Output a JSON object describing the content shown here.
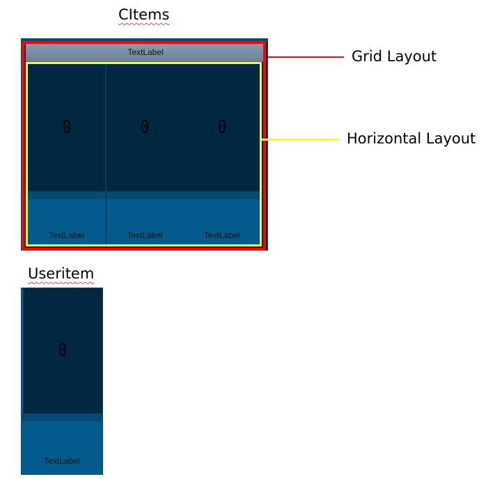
{
  "headings": {
    "citems": "CItems",
    "useritem": "Useritem"
  },
  "citems": {
    "title_label": "TextLabel",
    "cells": [
      {
        "value": "0",
        "label": "TextLabel"
      },
      {
        "value": "0",
        "label": "TextLabel"
      },
      {
        "value": "0",
        "label": "TextLabel"
      }
    ]
  },
  "annotations": {
    "grid_layout": {
      "label": "Grid Layout",
      "color": "#ff0000"
    },
    "horizontal_layout": {
      "label": "Horizontal Layout",
      "color": "#ffff00"
    }
  },
  "useritem": {
    "value": "0",
    "label": "TextLabel"
  },
  "colors": {
    "dark_panel": "#022740",
    "strip": "#044a72",
    "label_panel": "#035a8c",
    "title_bar_top": "#8a9cb0",
    "title_bar_bottom": "#6e8296"
  }
}
